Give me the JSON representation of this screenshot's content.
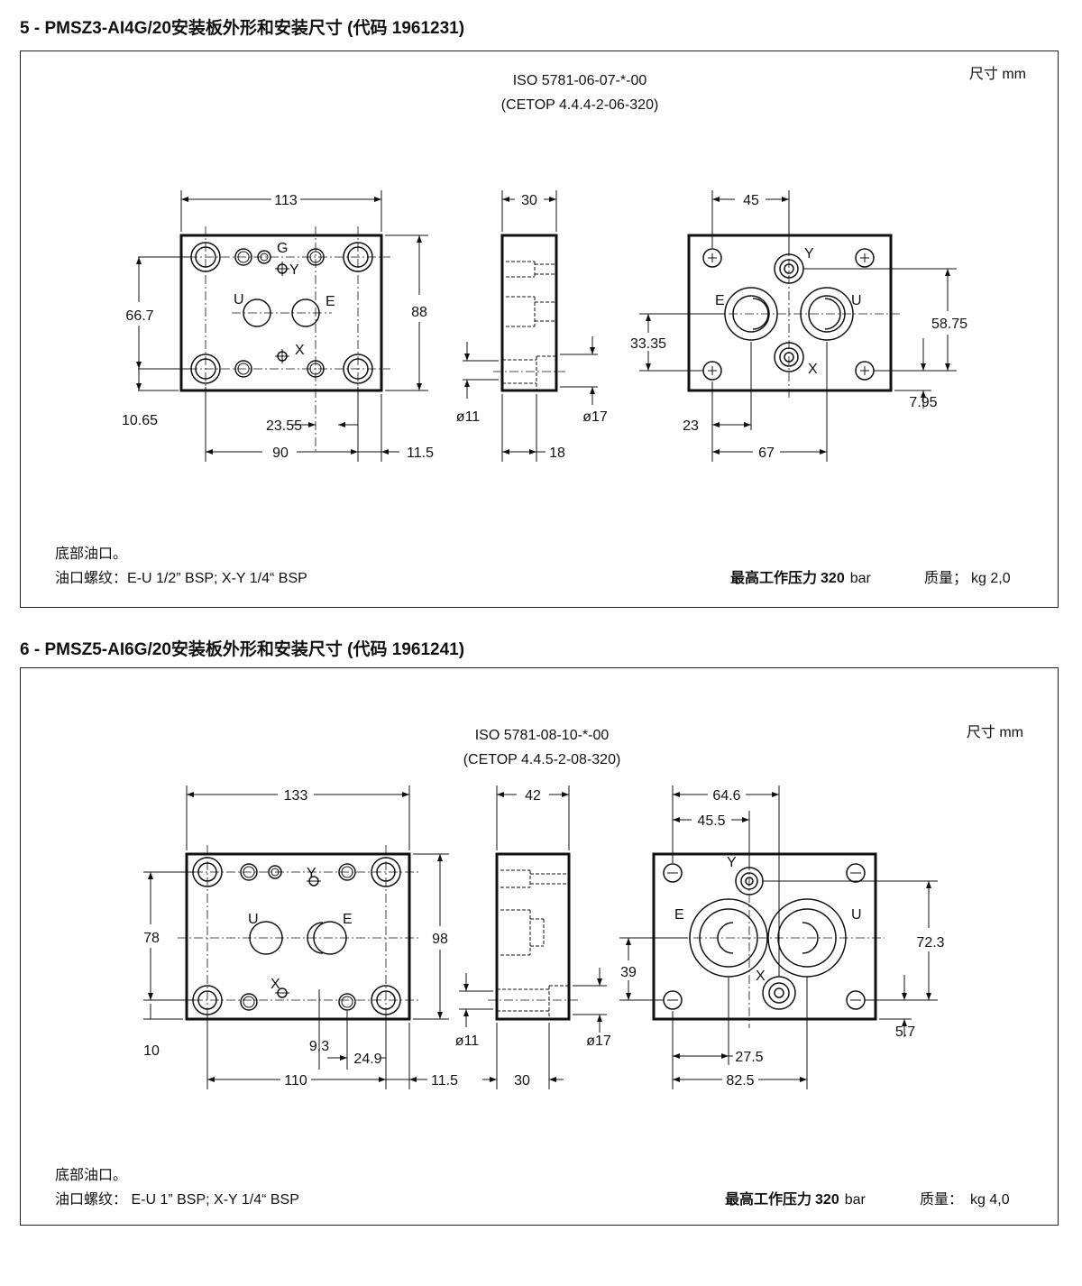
{
  "sections": [
    {
      "title": "5 - PMSZ3-AI4G/20安装板外形和安装尺寸  (代码 1961231)",
      "iso": "ISO 5781-06-07-*-00",
      "cetop": "(CETOP 4.4.4-2-06-320)",
      "units": "尺寸   mm",
      "front_dims": {
        "width": "113",
        "height": "88",
        "left_height": "66.7",
        "bottom_offset": "10.65",
        "inner": "23.55",
        "span": "90",
        "right_offset": "11.5"
      },
      "side_dims": {
        "width": "30",
        "d_small": "ø11",
        "d_large": "ø17",
        "depth": "18"
      },
      "bottom_dims": {
        "top": "45",
        "right_height": "58.75",
        "left_height": "33.35",
        "right_bottom": "7.95",
        "left_bottom": "23",
        "span": "67"
      },
      "ports": {
        "G": "G",
        "Y": "Y",
        "U": "U",
        "E": "E",
        "X": "X"
      },
      "note1": "底部油口。",
      "note2": "油口螺纹：E-U 1/2” BSP; X-Y 1/4“ BSP",
      "pressure_label": "最高工作压力",
      "pressure_value": "320",
      "pressure_unit": "bar",
      "mass_label": "质量；",
      "mass_value": "kg 2,0"
    },
    {
      "title": "6 - PMSZ5-AI6G/20安装板外形和安装尺寸 (代码 1961241)",
      "iso": "ISO 5781-08-10-*-00",
      "cetop": "(CETOP 4.4.5-2-08-320)",
      "units": "尺寸   mm",
      "front_dims": {
        "width": "133",
        "height": "98",
        "left_height": "78",
        "bottom_offset": "10",
        "inner_a": "9.3",
        "inner_b": "24.9",
        "span": "110",
        "right_offset": "11.5"
      },
      "side_dims": {
        "width": "42",
        "d_small": "ø11",
        "d_large": "ø17",
        "depth": "30"
      },
      "bottom_dims": {
        "top_a": "64.6",
        "top_b": "45.5",
        "right_height": "72.3",
        "left_height": "39",
        "right_bottom": "5.7",
        "bottom_a": "27.5",
        "span": "82.5"
      },
      "ports": {
        "Y": "Y",
        "U": "U",
        "E": "E",
        "X": "X"
      },
      "note1": "底部油口。",
      "note2": "油口螺纹：  E-U 1” BSP; X-Y 1/4“ BSP",
      "pressure_label": "最高工作压力",
      "pressure_value": "320",
      "pressure_unit": "bar",
      "mass_label": "质量：",
      "mass_value": "kg 4,0"
    }
  ]
}
